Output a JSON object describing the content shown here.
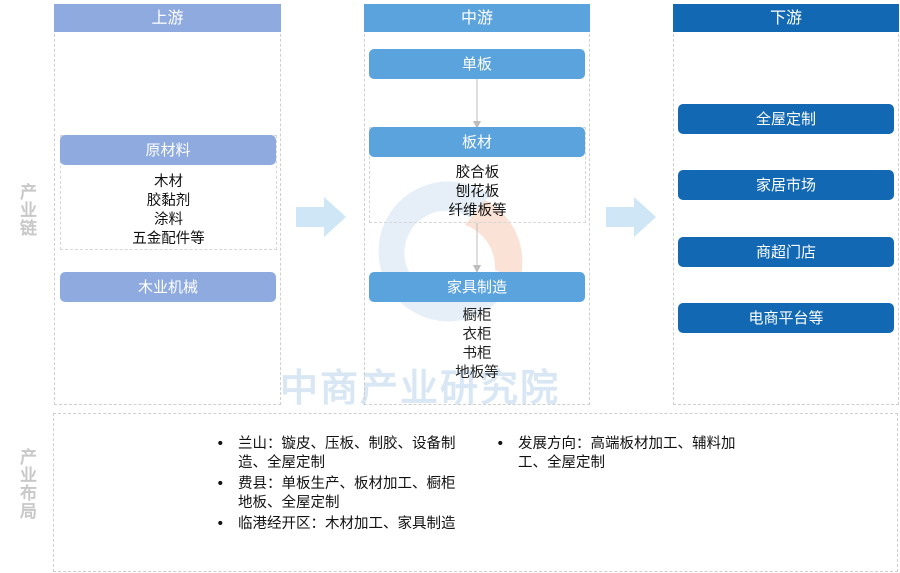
{
  "side_labels": {
    "chain": "产业链",
    "layout": "产业布局"
  },
  "upstream": {
    "header": "上游",
    "raw_materials": {
      "label": "原材料",
      "items": [
        "木材",
        "胶黏剂",
        "涂料",
        "五金配件等"
      ]
    },
    "machinery": "木业机械"
  },
  "midstream": {
    "header": "中游",
    "veneer": "单板",
    "board": {
      "label": "板材",
      "items": [
        "胶合板",
        "刨花板",
        "纤维板等"
      ]
    },
    "furniture": {
      "label": "家具制造",
      "items": [
        "橱柜",
        "衣柜",
        "书柜",
        "地板等"
      ]
    }
  },
  "downstream": {
    "header": "下游",
    "items": [
      "全屋定制",
      "家居市场",
      "商超门店",
      "电商平台等"
    ]
  },
  "watermark": "中商产业研究院",
  "layout": {
    "left_bullets": [
      "兰山：镟皮、压板、制胶、设备制造、全屋定制",
      "费县：单板生产、板材加工、橱柜地板、全屋定制",
      "临港经开区：木材加工、家具制造"
    ],
    "right_bullets": [
      "发展方向：高端板材加工、辅料加工、全屋定制"
    ]
  },
  "colors": {
    "upstream": "#8eaadf",
    "midstream": "#5ba3dc",
    "downstream": "#1268b3",
    "arrow": "#cfe6f7"
  }
}
